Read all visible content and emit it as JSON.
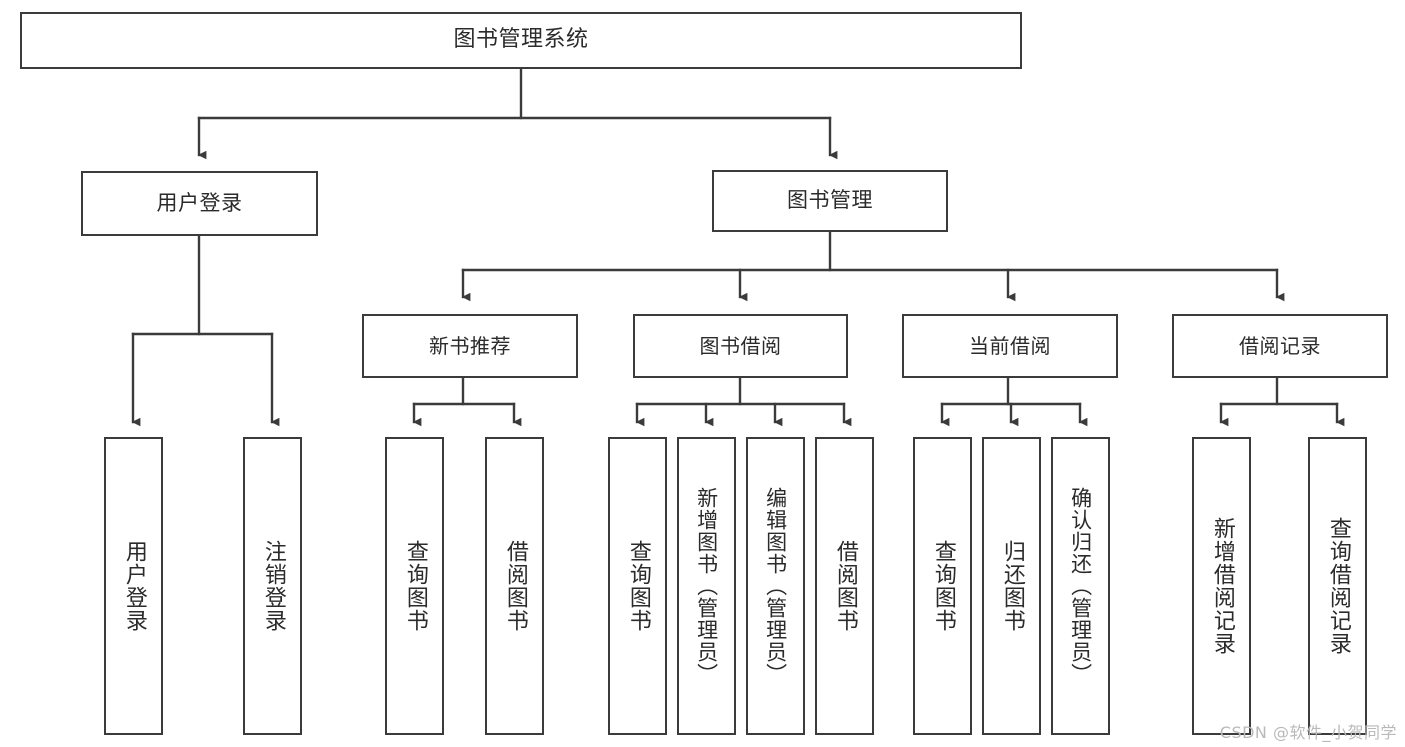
{
  "diagram": {
    "type": "hierarchy-tree",
    "title": "图书管理系统",
    "root": {
      "id": "root",
      "label": "图书管理系统"
    },
    "level2": [
      {
        "id": "user-login",
        "label": "用户登录"
      },
      {
        "id": "book-management",
        "label": "图书管理"
      }
    ],
    "level3": [
      {
        "id": "new-book-recommend",
        "label": "新书推荐",
        "parent": "book-management"
      },
      {
        "id": "book-borrow",
        "label": "图书借阅",
        "parent": "book-management"
      },
      {
        "id": "current-borrow",
        "label": "当前借阅",
        "parent": "book-management"
      },
      {
        "id": "borrow-record",
        "label": "借阅记录",
        "parent": "book-management"
      }
    ],
    "leaves": [
      {
        "id": "leaf-user-login",
        "label": "用户登录",
        "parent": "user-login"
      },
      {
        "id": "leaf-logout-login",
        "label": "注销登录",
        "parent": "user-login"
      },
      {
        "id": "leaf-query-book-1",
        "label": "查询图书",
        "parent": "new-book-recommend"
      },
      {
        "id": "leaf-borrow-book-1",
        "label": "借阅图书",
        "parent": "new-book-recommend"
      },
      {
        "id": "leaf-query-book-2",
        "label": "查询图书",
        "parent": "book-borrow"
      },
      {
        "id": "leaf-add-book",
        "label": "新增图书（管理员）",
        "parent": "book-borrow"
      },
      {
        "id": "leaf-edit-book",
        "label": "编辑图书（管理员）",
        "parent": "book-borrow"
      },
      {
        "id": "leaf-borrow-book-2",
        "label": "借阅图书",
        "parent": "book-borrow"
      },
      {
        "id": "leaf-query-book-3",
        "label": "查询图书",
        "parent": "current-borrow"
      },
      {
        "id": "leaf-return-book",
        "label": "归还图书",
        "parent": "current-borrow"
      },
      {
        "id": "leaf-confirm-return",
        "label": "确认归还（管理员）",
        "parent": "current-borrow"
      },
      {
        "id": "leaf-add-record",
        "label": "新增借阅记录",
        "parent": "borrow-record"
      },
      {
        "id": "leaf-query-record",
        "label": "查询借阅记录",
        "parent": "borrow-record"
      }
    ]
  },
  "watermark": {
    "text": "CSDN @软件_小贺同学"
  },
  "colors": {
    "stroke": "#3b3b3b",
    "text": "#2b2b2b",
    "background": "#ffffff",
    "watermark": "#b9b9b9"
  }
}
